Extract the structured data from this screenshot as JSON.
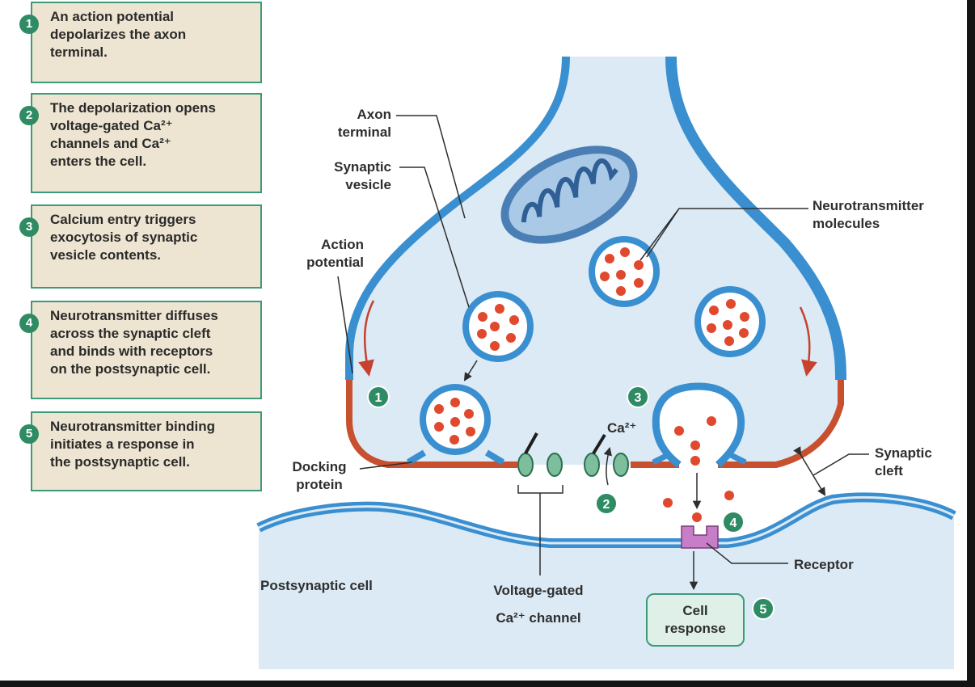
{
  "steps": [
    {
      "num": "1",
      "text": "An action potential\ndepolarizes the axon\nterminal."
    },
    {
      "num": "2",
      "text": "The depolarization opens\nvoltage-gated Ca²⁺\nchannels and Ca²⁺\nenters the cell."
    },
    {
      "num": "3",
      "text": "Calcium entry triggers\nexocytosis of synaptic\nvesicle contents."
    },
    {
      "num": "4",
      "text": "Neurotransmitter diffuses\nacross the synaptic cleft\nand binds with receptors\non the postsynaptic cell."
    },
    {
      "num": "5",
      "text": "Neurotransmitter binding\ninitiates a response in\nthe postsynaptic cell."
    }
  ],
  "labels": {
    "axon_terminal": "Axon\nterminal",
    "synaptic_vesicle": "Synaptic\nvesicle",
    "action_potential": "Action\npotential",
    "neurotransmitter_molecules": "Neurotransmitter\nmolecules",
    "docking_protein": "Docking\nprotein",
    "synaptic_cleft": "Synaptic\ncleft",
    "receptor": "Receptor",
    "postsynaptic_cell": "Postsynaptic cell",
    "voltage_gated_channel": "Voltage-gated\nCa²⁺ channel",
    "ca_ion": "Ca²⁺",
    "cell_response": "Cell\nresponse"
  },
  "badges": [
    "1",
    "2",
    "3",
    "4",
    "5"
  ],
  "colors": {
    "membrane_blue": "#3a8fd0",
    "cytoplasm": "#dbeaf5",
    "depolarized_membrane": "#c8502e",
    "neurotransmitter": "#e0492e",
    "step_box_fill": "#ede5d1",
    "step_box_border": "#3d9a78",
    "badge_green": "#2e8b64",
    "receptor": "#c77dc7",
    "mitochondrion": "#4a7fb5"
  }
}
